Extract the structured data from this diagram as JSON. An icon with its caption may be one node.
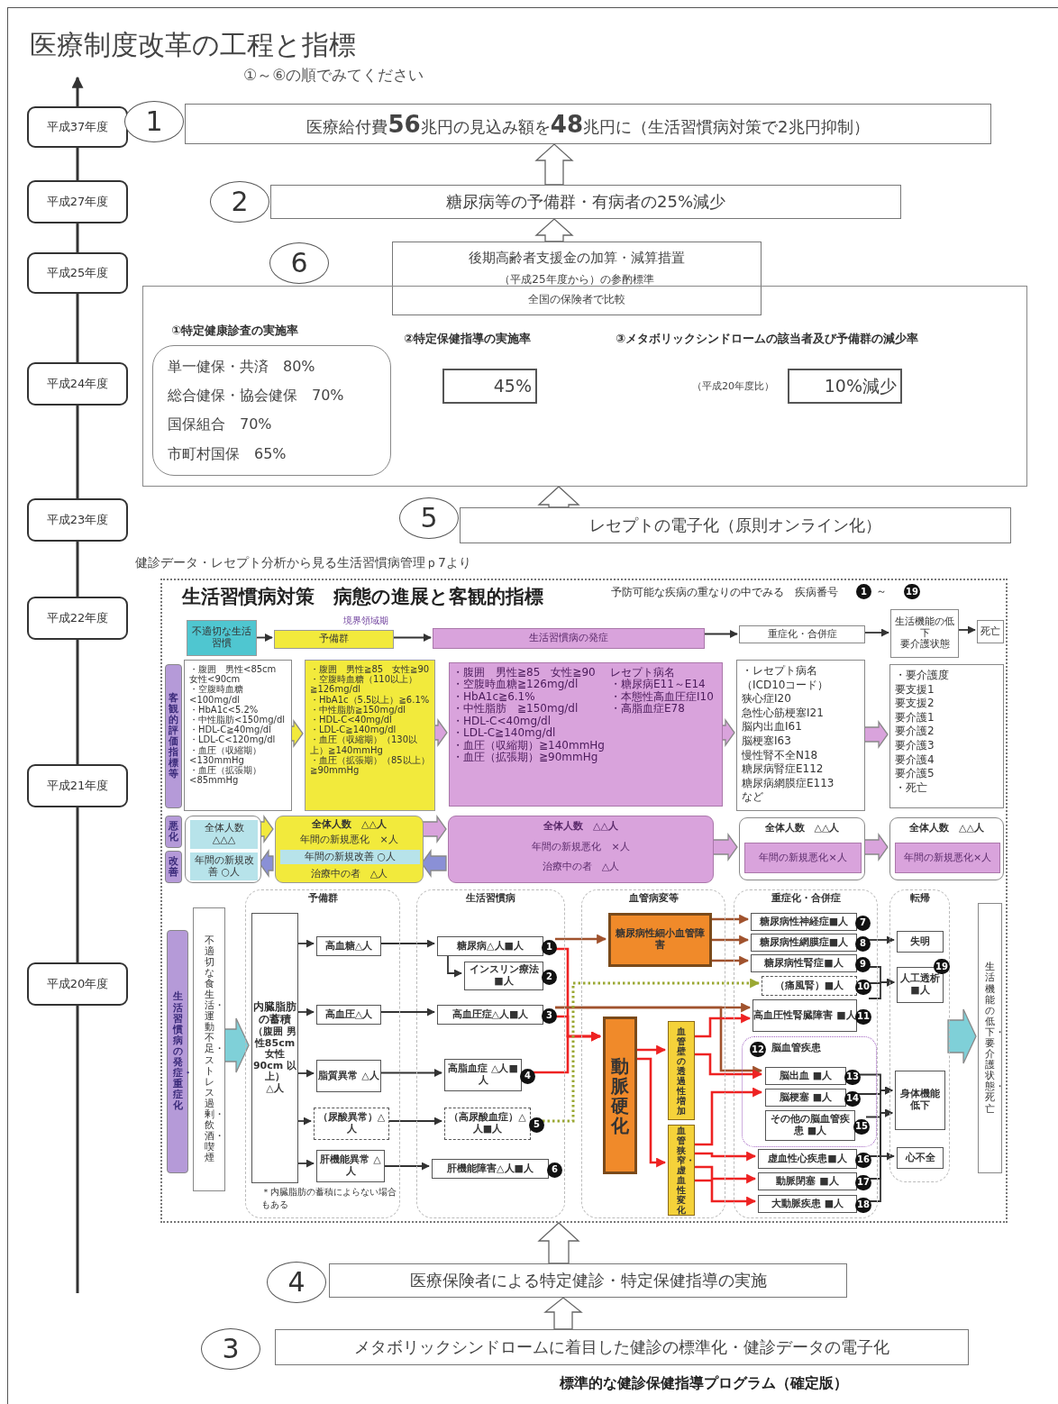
{
  "diagram": {
    "title": "医療制度改革の工程と指標",
    "nodes": [
      {
        "text": [
          "平成37年度"
        ]
      },
      {
        "text": [
          "平成27年度"
        ]
      },
      {
        "text": [
          "平成25年度"
        ]
      },
      {
        "text": [
          "平成24年度"
        ]
      },
      {
        "text": [
          "平成23年度"
        ]
      },
      {
        "text": [
          "平成22年度"
        ]
      },
      {
        "text": [
          "平成21年度"
        ]
      },
      {
        "text": [
          "平成20年度"
        ]
      },
      {
        "text": [
          "医療給付費**56**兆円の見込み額を**48**兆円に（生活習慣病対策で2兆円抑制）"
        ],
        "beside": [
          "1"
        ]
      },
      {
        "text": [
          "糖尿病等の予備群・有病者の25%減少"
        ],
        "beside": [
          "2"
        ]
      },
      {
        "text": [
          "後期高齢者支援金の加算・減算措置",
          "（平成25年度から）の参酌標準",
          "全国の保険者で比較"
        ]
      },
      {
        "text": [],
        "shape": "box",
        "beside": [
          "6"
        ]
      },
      {
        "text": [
          "①特定健康診査の実施率",
          "単一健保・共済　80%",
          "総合健保・協会健保　70%",
          "国保組合　70%",
          "市町村国保　65%"
        ],
        "in": 11
      },
      {
        "text": [
          "②特定保健指導の実施率",
          "45%"
        ],
        "in": 11
      },
      {
        "text": [
          "③メタボリックシンドロームの該当者及び予備群の減少率",
          "10%減少"
        ],
        "in": 11,
        "beside": [
          "（平成20年度比）"
        ]
      },
      {
        "text": [
          "レセプトの電子化（原則オンライン化）"
        ],
        "beside": [
          "5"
        ]
      },
      {
        "text": [
          "生活習慣病対策　病態の進展と客観的指標"
        ]
      },
      {
        "text": [
          "不適切な生活習慣"
        ],
        "in": 16
      },
      {
        "text": [
          "予備群"
        ],
        "in": 16,
        "beside": [
          "境界領域期"
        ]
      },
      {
        "text": [
          "生活習慣病の発症"
        ],
        "in": 16
      },
      {
        "text": [
          "重症化・合併症"
        ],
        "in": 16
      },
      {
        "text": [
          "生活機能の低下",
          "要介護状態"
        ],
        "in": 16
      },
      {
        "text": [
          "死亡"
        ],
        "in": 16
      },
      {
        "text": [
          "客観的評価指標等"
        ],
        "in": 16
      },
      {
        "text": [
          "・腹囲　男性<85cm　女性<90cm",
          "・空腹時血糖<100mg/dl",
          "・HbA1c<5.2%",
          "・中性脂肪<150mg/dl",
          "・HDL-C≧40mg/dl",
          "・LDL-C<120mg/dl",
          "・血圧（収縮期）<130mmHg",
          "・血圧（拡張期）<85mmHg"
        ],
        "in": 16
      },
      {
        "text": [
          "・腹囲　男性≧85　女性≧90",
          "・空腹時血糖（110以上）≧126mg/dl",
          "・HbA1c（5.5以上）≧6.1%",
          "・中性脂肪≧150mg/dl",
          "・HDL-C<40mg/dl",
          "・LDL-C≧140mg/dl",
          "・血圧（収縮期）（130以上）≧140mmHg",
          "・血圧（拡張期）（85以上）≧90mmHg"
        ],
        "in": 16
      },
      {
        "text": [
          "・腹囲　男性≧85　女性≧90",
          "・空腹時血糖≧126mg/dl",
          "・HbA1c≧6.1%",
          "・中性脂肪　≧150mg/dl",
          "・HDL-C<40mg/dl",
          "・LDL-C≧140mg/dl",
          "・血圧（収縮期）≧140mmHg",
          "・血圧（拡張期）≧90mmHg",
          "レセプト病名",
          "・糖尿病E11～E14",
          "・本態性高血圧症I10",
          "・高脂血症E78"
        ],
        "in": 16
      },
      {
        "text": [
          "・レセプト病名",
          "（ICD10コード）",
          "狭心症I20",
          "急性心筋梗塞I21",
          "脳内出血I61",
          "脳梗塞I63",
          "慢性腎不全N18",
          "糖尿病腎症E112",
          "糖尿病網膜症E113",
          "など"
        ],
        "in": 16
      },
      {
        "text": [
          "・要介護度",
          "要支援1",
          "要支援2",
          "要介護1",
          "要介護2",
          "要介護3",
          "要介護4",
          "要介護5",
          "・死亡"
        ],
        "in": 16
      },
      {
        "text": [
          "悪化"
        ],
        "in": 16
      },
      {
        "text": [
          "改善"
        ],
        "in": 16
      },
      {
        "text": [],
        "shape": "box",
        "in": 16
      },
      {
        "text": [
          "全体人数　△△△"
        ],
        "in": 31
      },
      {
        "text": [
          "年間の新規改善 ○人"
        ],
        "in": 31
      },
      {
        "text": [
          "全体人数　△△人",
          "年間の新規悪化　×人",
          "治療中の者　△人"
        ],
        "in": 16
      },
      {
        "text": [
          "年間の新規改善 ○人"
        ],
        "in": 34
      },
      {
        "text": [
          "全体人数　△△人",
          "年間の新規悪化　×人",
          "治療中の者　△人"
        ],
        "in": 16
      },
      {
        "text": [
          "全体人数　△△人"
        ],
        "in": 16
      },
      {
        "text": [
          "年間の新規悪化×人"
        ],
        "in": 37
      },
      {
        "text": [
          "全体人数　△△人"
        ],
        "in": 16
      },
      {
        "text": [
          "年間の新規悪化×人"
        ],
        "in": 39
      },
      {
        "text": [
          "生活習慣病の発症・重症化"
        ],
        "in": 16
      },
      {
        "text": [
          "不適切な食生活・運動不足・ストレス過剰・飲酒・喫煙"
        ],
        "in": 16
      },
      {
        "text": [
          "予備群"
        ],
        "in": 16
      },
      {
        "text": [
          "生活習慣病"
        ],
        "in": 16
      },
      {
        "text": [
          "血管病変等"
        ],
        "in": 16
      },
      {
        "text": [
          "重症化・合併症"
        ],
        "in": 16
      },
      {
        "text": [
          "転帰"
        ],
        "in": 16
      },
      {
        "text": [
          "内臓脂肪の蓄積",
          "（腹囲 男性85cm 女性90cm 以上）",
          "△人"
        ],
        "in": 43
      },
      {
        "text": [
          "高血糖△人"
        ],
        "in": 43
      },
      {
        "text": [
          "高血圧△人"
        ],
        "in": 43
      },
      {
        "text": [
          "脂質異常 △人"
        ],
        "in": 43
      },
      {
        "text": [
          "（尿酸異常）△人"
        ],
        "in": 43
      },
      {
        "text": [
          "肝機能異常 △人"
        ],
        "in": 43
      },
      {
        "text": [
          "糖尿病△人■人"
        ],
        "in": 44,
        "beside": [
          "1"
        ]
      },
      {
        "text": [
          "インスリン療法 ■人"
        ],
        "in": 44,
        "beside": [
          "2"
        ]
      },
      {
        "text": [
          "高血圧症△人■人"
        ],
        "in": 44,
        "beside": [
          "3"
        ]
      },
      {
        "text": [
          "高脂血症 △人■人"
        ],
        "in": 44,
        "beside": [
          "4"
        ]
      },
      {
        "text": [
          "（高尿酸血症）△人■人"
        ],
        "in": 44,
        "beside": [
          "5"
        ]
      },
      {
        "text": [
          "肝機能障害△人■人"
        ],
        "in": 44,
        "beside": [
          "6"
        ]
      },
      {
        "text": [
          "糖尿病性細小血管障害"
        ],
        "in": 45
      },
      {
        "text": [
          "動脈硬化"
        ],
        "in": 45
      },
      {
        "text": [
          "血管壁の透過性増加"
        ],
        "in": 45
      },
      {
        "text": [
          "血管狭窄・虚血性変化"
        ],
        "in": 45
      },
      {
        "text": [
          "糖尿病性神経症■人"
        ],
        "in": 46,
        "beside": [
          "7"
        ]
      },
      {
        "text": [
          "糖尿病性網膜症■人"
        ],
        "in": 46,
        "beside": [
          "8"
        ]
      },
      {
        "text": [
          "糖尿病性腎症■人"
        ],
        "in": 46,
        "beside": [
          "9"
        ]
      },
      {
        "text": [
          "（痛風腎）■人"
        ],
        "in": 46,
        "beside": [
          "10"
        ]
      },
      {
        "text": [
          "高血圧性腎臓障害 ■人"
        ],
        "in": 46,
        "beside": [
          "11"
        ]
      },
      {
        "text": [
          "脳血管疾患"
        ],
        "in": 46,
        "beside": [
          "12"
        ]
      },
      {
        "text": [
          "脳出血 ■人"
        ],
        "in": 69,
        "beside": [
          "13"
        ]
      },
      {
        "text": [
          "脳梗塞 ■人"
        ],
        "in": 69,
        "beside": [
          "14"
        ]
      },
      {
        "text": [
          "その他の脳血管疾患 ■人"
        ],
        "in": 69,
        "beside": [
          "15"
        ]
      },
      {
        "text": [
          "虚血性心疾患■人"
        ],
        "in": 46,
        "beside": [
          "16"
        ]
      },
      {
        "text": [
          "動脈閉塞 ■人"
        ],
        "in": 46,
        "beside": [
          "17"
        ]
      },
      {
        "text": [
          "大動脈疾患 ■人"
        ],
        "in": 46,
        "beside": [
          "18"
        ]
      },
      {
        "text": [
          "失明"
        ],
        "in": 47
      },
      {
        "text": [
          "人工透析 ■人"
        ],
        "in": 47,
        "beside": [
          "19"
        ]
      },
      {
        "text": [
          "身体機能低下"
        ],
        "in": 47
      },
      {
        "text": [
          "心不全"
        ],
        "in": 47
      },
      {
        "text": [
          "生活機能の低下・要介護状態・死亡"
        ],
        "in": 16
      },
      {
        "text": [
          "医療保険者による特定健診・特定保健指導の実施"
        ],
        "beside": [
          "4"
        ]
      },
      {
        "text": [
          "メタボリックシンドロームに着目した健診の標準化・健診データの電子化"
        ],
        "beside": [
          "3",
          "標準的な健診保健指導プログラム（確定版）"
        ]
      }
    ],
    "edges": [
      {
        "from": 0,
        "to": null,
        "arrow": "to"
      },
      {
        "from": 1,
        "to": 0,
        "arrow": "none"
      },
      {
        "from": 2,
        "to": 1,
        "arrow": "none"
      },
      {
        "from": 3,
        "to": 2,
        "arrow": "none"
      },
      {
        "from": 4,
        "to": 3,
        "arrow": "none"
      },
      {
        "from": 5,
        "to": 4,
        "arrow": "none"
      },
      {
        "from": 6,
        "to": 5,
        "arrow": "none"
      },
      {
        "from": 7,
        "to": 6,
        "arrow": "none"
      },
      {
        "from": 7,
        "to": null,
        "arrow": "none"
      },
      {
        "from": 9,
        "to": 8,
        "arrow": "to",
        "style": "thick"
      },
      {
        "from": 10,
        "to": 9,
        "arrow": "to",
        "style": "thick"
      },
      {
        "from": 15,
        "to": 11,
        "arrow": "to",
        "style": "thick"
      },
      {
        "from": 81,
        "to": 16,
        "arrow": "to",
        "style": "thick"
      },
      {
        "from": 82,
        "to": 81,
        "arrow": "to",
        "style": "thick"
      },
      {
        "from": 17,
        "to": 18,
        "arrow": "to"
      },
      {
        "from": 18,
        "to": 19,
        "arrow": "to"
      },
      {
        "from": 19,
        "to": 20,
        "arrow": "to"
      },
      {
        "from": 20,
        "to": 21,
        "arrow": "to"
      },
      {
        "from": 21,
        "to": 22,
        "arrow": "to"
      },
      {
        "from": 24,
        "to": 25,
        "arrow": "to",
        "style": "thick",
        "color": "#f2ea3c"
      },
      {
        "from": 25,
        "to": 26,
        "arrow": "to",
        "style": "thick",
        "color": "#d9a3dc"
      },
      {
        "from": 26,
        "to": 27,
        "arrow": "to",
        "style": "thick",
        "color": "#d9a3dc"
      },
      {
        "from": 27,
        "to": 28,
        "arrow": "to",
        "style": "thick",
        "color": "#d9a3dc"
      },
      {
        "from": 31,
        "to": 34,
        "arrow": "to",
        "style": "thick",
        "color": "#f2ea3c"
      },
      {
        "from": 34,
        "to": 36,
        "arrow": "to",
        "style": "thick",
        "color": "#d9a3dc"
      },
      {
        "from": 36,
        "to": 37,
        "arrow": "to",
        "style": "thick",
        "color": "#d9a3dc"
      },
      {
        "from": 37,
        "to": 39,
        "arrow": "to",
        "style": "thick",
        "color": "#d9a3dc"
      },
      {
        "from": 34,
        "to": 31,
        "arrow": "to",
        "style": "thick",
        "color": "#8a90d6"
      },
      {
        "from": 36,
        "to": 34,
        "arrow": "to",
        "style": "thick",
        "color": "#8a90d6"
      },
      {
        "from": 42,
        "to": 48,
        "arrow": "to",
        "style": "thick",
        "color": "#7fd0d8"
      },
      {
        "from": 48,
        "to": 49,
        "arrow": "to"
      },
      {
        "from": 48,
        "to": 50,
        "arrow": "to"
      },
      {
        "from": 48,
        "to": 51,
        "arrow": "to"
      },
      {
        "from": 48,
        "to": 52,
        "arrow": "to"
      },
      {
        "from": 48,
        "to": 53,
        "arrow": "to"
      },
      {
        "from": 49,
        "to": 54,
        "arrow": "to"
      },
      {
        "from": 50,
        "to": 56,
        "arrow": "to"
      },
      {
        "from": 51,
        "to": 57,
        "arrow": "to"
      },
      {
        "from": 52,
        "to": 58,
        "arrow": "to"
      },
      {
        "from": 53,
        "to": 59,
        "arrow": "to"
      },
      {
        "from": 54,
        "to": 55,
        "arrow": "to"
      },
      {
        "from": 54,
        "to": 60,
        "arrow": "to",
        "color": "#a0522d"
      },
      {
        "from": 54,
        "to": 61,
        "arrow": "to",
        "color": "#ee2222"
      },
      {
        "from": 56,
        "to": 61,
        "arrow": "to",
        "color": "#ee2222"
      },
      {
        "from": 57,
        "to": 61,
        "arrow": "to",
        "color": "#ee2222"
      },
      {
        "from": 56,
        "to": 68,
        "arrow": "to",
        "color": "#a0522d"
      },
      {
        "from": 56,
        "to": 70,
        "arrow": "to",
        "color": "#a0522d"
      },
      {
        "from": 58,
        "to": 67,
        "arrow": "to",
        "style": "dashed",
        "color": "#9aa832"
      },
      {
        "from": 60,
        "to": 64,
        "arrow": "to",
        "color": "#a0522d"
      },
      {
        "from": 60,
        "to": 65,
        "arrow": "to",
        "color": "#a0522d"
      },
      {
        "from": 60,
        "to": 66,
        "arrow": "to",
        "color": "#a0522d"
      },
      {
        "from": 61,
        "to": 62,
        "arrow": "to",
        "color": "#ee2222"
      },
      {
        "from": 61,
        "to": 63,
        "arrow": "to",
        "color": "#ee2222"
      },
      {
        "from": 62,
        "to": 68,
        "arrow": "to",
        "color": "#ee2222"
      },
      {
        "from": 62,
        "to": 70,
        "arrow": "to",
        "color": "#ee2222"
      },
      {
        "from": 63,
        "to": 71,
        "arrow": "to",
        "color": "#ee2222"
      },
      {
        "from": 63,
        "to": 73,
        "arrow": "to",
        "color": "#ee2222"
      },
      {
        "from": 63,
        "to": 74,
        "arrow": "to",
        "color": "#ee2222"
      },
      {
        "from": 63,
        "to": 75,
        "arrow": "to",
        "color": "#ee2222"
      },
      {
        "from": 65,
        "to": 76,
        "arrow": "to"
      },
      {
        "from": 66,
        "to": 77,
        "arrow": "to"
      },
      {
        "from": 67,
        "to": 77,
        "arrow": "to"
      },
      {
        "from": 68,
        "to": 77,
        "arrow": "to"
      },
      {
        "from": 70,
        "to": 78,
        "arrow": "to"
      },
      {
        "from": 71,
        "to": 78,
        "arrow": "to"
      },
      {
        "from": 72,
        "to": 78,
        "arrow": "to"
      },
      {
        "from": 73,
        "to": 78,
        "arrow": "to"
      },
      {
        "from": 73,
        "to": 79,
        "arrow": "to"
      },
      {
        "from": 74,
        "to": 78,
        "arrow": "to"
      },
      {
        "from": 75,
        "to": 78,
        "arrow": "to"
      },
      {
        "from": 47,
        "to": 80,
        "arrow": "to",
        "style": "thick",
        "color": "#7fd0d8"
      }
    ],
    "labels": [
      "①～⑥の順でみてください",
      "健診データ・レセプト分析から見る生活習慣病管理ｐ7より",
      "予防可能な疾病の重なりの中でみる　疾病番号",
      "1",
      "～",
      "19",
      "＊内臓脂肪の蓄積によらない場合もある"
    ]
  }
}
